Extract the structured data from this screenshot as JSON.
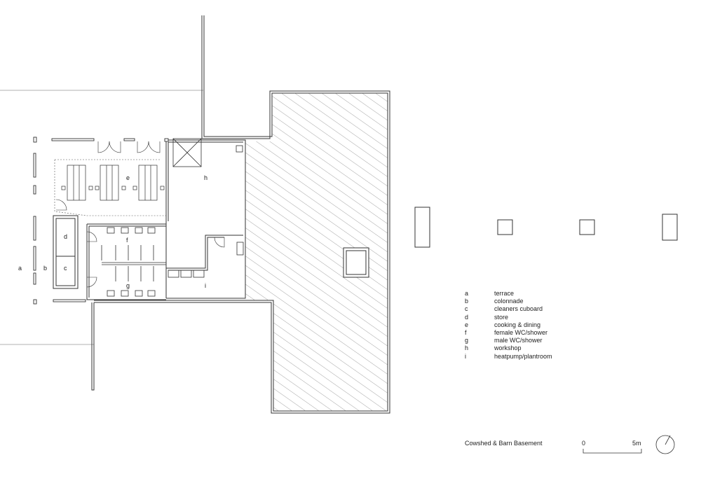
{
  "room_labels": {
    "a": "a",
    "b": "b",
    "c": "c",
    "d": "d",
    "e": "e",
    "f": "f",
    "g": "g",
    "h": "h",
    "i": "i"
  },
  "legend": [
    {
      "key": "a",
      "label": "terrace"
    },
    {
      "key": "b",
      "label": "colonnade"
    },
    {
      "key": "c",
      "label": "cleaners cuboard"
    },
    {
      "key": "d",
      "label": "store"
    },
    {
      "key": "e",
      "label": "cooking & dining"
    },
    {
      "key": "f",
      "label": "female WC/shower"
    },
    {
      "key": "g",
      "label": "male WC/shower"
    },
    {
      "key": "h",
      "label": "workshop"
    },
    {
      "key": "i",
      "label": "heatpump/plantroom"
    }
  ],
  "drawing_title": "Cowshed & Barn Basement",
  "scale_bar": {
    "start": "0",
    "end": "5m"
  },
  "colors": {
    "line": "#333333",
    "light_line": "#999999",
    "hatch": "#555555"
  }
}
